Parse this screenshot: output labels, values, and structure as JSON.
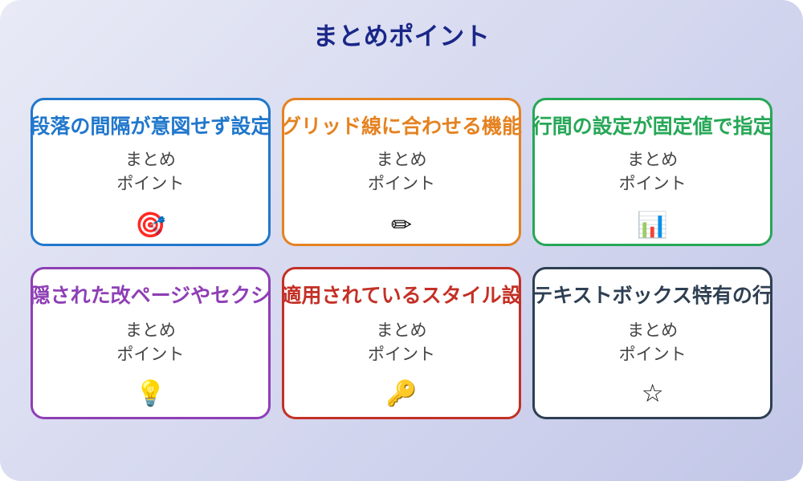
{
  "slide": {
    "title": "まとめポイント",
    "background": {
      "gradient_from": "#e8eaf6",
      "gradient_to": "#c3c7e8"
    },
    "title_color": "#1a2788",
    "body_text_color": "#444444"
  },
  "cards": [
    {
      "title": "段落の間隔が意図せず設定",
      "body_line1": "まとめ",
      "body_line2": "ポイント",
      "icon": "dart-target-icon",
      "icon_glyph": "🎯",
      "color": "#2077cc"
    },
    {
      "title": "グリッド線に合わせる機能",
      "body_line1": "まとめ",
      "body_line2": "ポイント",
      "icon": "pencil-icon",
      "icon_glyph": "✏",
      "color": "#e58220"
    },
    {
      "title": "行間の設定が固定値で指定",
      "body_line1": "まとめ",
      "body_line2": "ポイント",
      "icon": "bar-chart-icon",
      "icon_glyph": "📊",
      "color": "#26a756"
    },
    {
      "title": "隠された改ページやセクシ",
      "body_line1": "まとめ",
      "body_line2": "ポイント",
      "icon": "lightbulb-icon",
      "icon_glyph": "💡",
      "color": "#8e3fb5"
    },
    {
      "title": "適用されているスタイル設",
      "body_line1": "まとめ",
      "body_line2": "ポイント",
      "icon": "key-icon",
      "icon_glyph": "🔑",
      "color": "#c33026"
    },
    {
      "title": "テキストボックス特有の行",
      "body_line1": "まとめ",
      "body_line2": "ポイント",
      "icon": "star-icon",
      "icon_glyph": "☆",
      "color": "#2e3f52"
    }
  ]
}
